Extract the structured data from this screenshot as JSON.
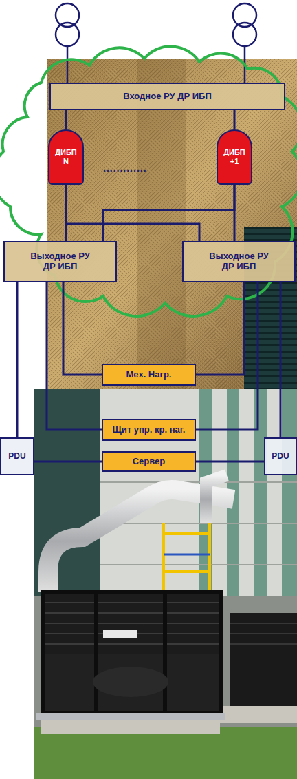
{
  "diagram": {
    "nodes": [
      {
        "text": [
          "Входное РУ ДР ИБП"
        ]
      },
      {
        "text": [
          "ДИБП N"
        ]
      },
      {
        "text": [
          "ДИБП +1"
        ]
      },
      {
        "text": [
          "Выходное РУ ДР ИБП"
        ]
      },
      {
        "text": [
          "Выходное РУ ДР ИБП"
        ]
      },
      {
        "text": [
          "Мех. Нагр."
        ]
      },
      {
        "text": [
          "Щит упр. кр. наг."
        ]
      },
      {
        "text": [
          "PDU"
        ]
      },
      {
        "text": [
          "Сервер"
        ]
      },
      {
        "text": [
          "PDU"
        ]
      }
    ],
    "edges": [
      {
        "from": 0,
        "to": 1,
        "arrow": "none"
      },
      {
        "from": 0,
        "to": 2,
        "arrow": "none"
      },
      {
        "from": 1,
        "to": 3,
        "arrow": "none"
      },
      {
        "from": 1,
        "to": 4,
        "arrow": "none"
      },
      {
        "from": 2,
        "to": 3,
        "arrow": "none"
      },
      {
        "from": 2,
        "to": 4,
        "arrow": "none"
      },
      {
        "from": 3,
        "to": 7,
        "arrow": "none"
      },
      {
        "from": 3,
        "to": 5,
        "arrow": "none"
      },
      {
        "from": 3,
        "to": 6,
        "arrow": "none"
      },
      {
        "from": 4,
        "to": 9,
        "arrow": "none"
      },
      {
        "from": 4,
        "to": 5,
        "arrow": "none"
      },
      {
        "from": 4,
        "to": 6,
        "arrow": "none"
      },
      {
        "from": 7,
        "to": 8,
        "arrow": "none"
      },
      {
        "from": 9,
        "to": 8,
        "arrow": "none"
      }
    ],
    "labels": [
      "............."
    ]
  }
}
